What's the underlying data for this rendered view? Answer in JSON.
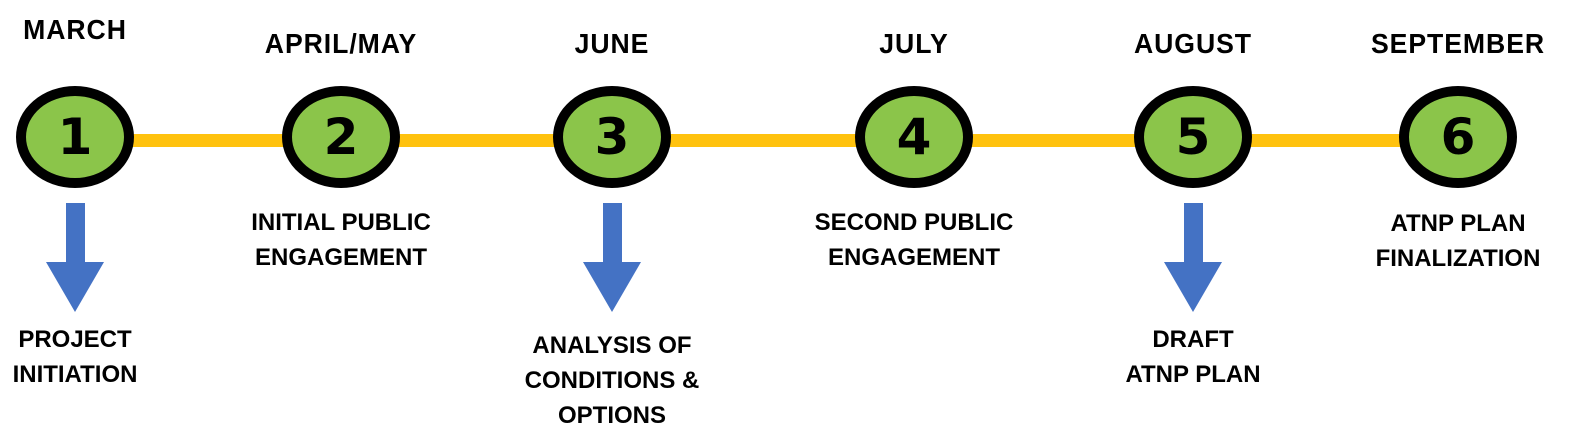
{
  "timeline": {
    "stages": [
      {
        "month": "MARCH",
        "number": "1",
        "label": "PROJECT\nINITIATION",
        "has_arrow": true
      },
      {
        "month": "APRIL/MAY",
        "number": "2",
        "label": "INITIAL PUBLIC\nENGAGEMENT",
        "has_arrow": false
      },
      {
        "month": "JUNE",
        "number": "3",
        "label": "ANALYSIS OF\nCONDITIONS &\nOPTIONS",
        "has_arrow": true
      },
      {
        "month": "JULY",
        "number": "4",
        "label": "SECOND PUBLIC\nENGAGEMENT",
        "has_arrow": false
      },
      {
        "month": "AUGUST",
        "number": "5",
        "label": "DRAFT\nATNP PLAN",
        "has_arrow": true
      },
      {
        "month": "SEPTEMBER",
        "number": "6",
        "label": "ATNP PLAN\nFINALIZATION",
        "has_arrow": false
      }
    ],
    "colors": {
      "connector_line": "#FFC20E",
      "circle_fill": "#8BC54A",
      "circle_border": "#000000",
      "arrow": "#4472C4",
      "text": "#000000",
      "background": "#FFFFFF"
    }
  }
}
